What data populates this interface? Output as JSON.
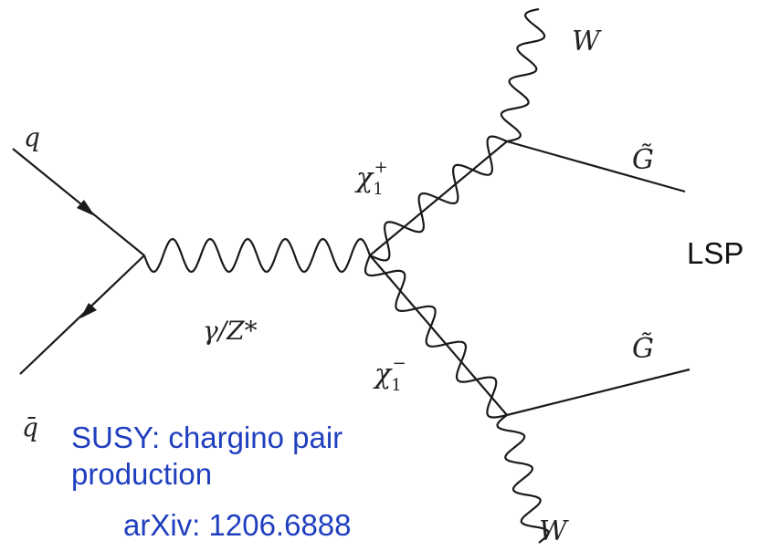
{
  "particles": {
    "quark": "q",
    "antiquark_base": "q",
    "antiquark_mark": "̄",
    "boson": "γ/Z*",
    "chargino_plus_base": "χ",
    "chargino_plus_sub": "1",
    "chargino_plus_sup": "+",
    "chargino_minus_base": "χ",
    "chargino_minus_sub": "1",
    "chargino_minus_sup": "−",
    "w_top": "W",
    "w_bottom": "W",
    "gravitino_base": "G",
    "gravitino_mark": "̃"
  },
  "labels": {
    "lsp": "LSP",
    "title_line1": "SUSY: chargino pair",
    "title_line2": "production",
    "reference": "arXiv: 1206.6888"
  },
  "colors": {
    "lines": "#1a1a1a",
    "caption_text": "#1f3fbf",
    "label_text": "#111111"
  }
}
